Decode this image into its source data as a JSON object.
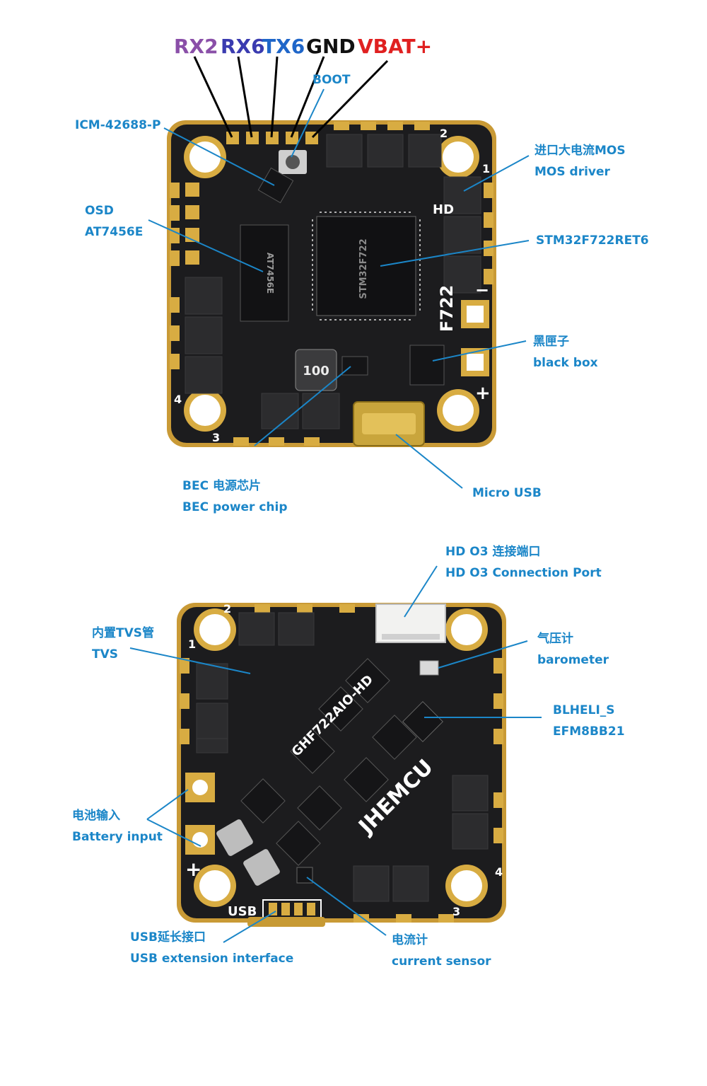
{
  "pins": [
    {
      "label": "RX2",
      "color": "#8a4fa8"
    },
    {
      "label": "RX6",
      "color": "#3a3bb0"
    },
    {
      "label": "TX6",
      "color": "#1f66c9"
    },
    {
      "label": "GND",
      "color": "#111111"
    },
    {
      "label": "VBAT+",
      "color": "#e02020"
    }
  ],
  "top_callouts": {
    "boot": "BOOT",
    "icm": "ICM-42688-P",
    "osd_1": "OSD",
    "osd_2": "AT7456E",
    "mos_1": "进口大电流MOS",
    "mos_2": "MOS driver",
    "stm": "STM32F722RET6",
    "blackbox_1": "黑匣子",
    "blackbox_2": "black box",
    "bec_1": "BEC 电源芯片",
    "bec_2": "BEC power chip",
    "usb": "Micro USB"
  },
  "bottom_callouts": {
    "hd_1": "HD O3 连接端口",
    "hd_2": "HD O3 Connection Port",
    "tvs_1": "内置TVS管",
    "tvs_2": "TVS",
    "baro_1": "气压计",
    "baro_2": "barometer",
    "blheli_1": "BLHELI_S",
    "blheli_2": "EFM8BB21",
    "battery_1": "电池输入",
    "battery_2": "Battery input",
    "usbext_1": "USB延长接口",
    "usbext_2": "USB extension interface",
    "current_1": "电流计",
    "current_2": "current sensor"
  },
  "board_top": {
    "silkscreen_hd": "HD",
    "silkscreen_model": "F722",
    "corner_1": "1",
    "corner_2": "2",
    "corner_3": "3",
    "corner_4": "4",
    "minus": "−",
    "plus": "+",
    "inductor": "100",
    "osd_chip": "AT7456E",
    "mcu_chip": "STM32F722"
  },
  "board_bottom": {
    "silkscreen_model": "GHF722AIO-HD",
    "brand": "JHEMCU",
    "corner_1": "1",
    "corner_2": "2",
    "corner_3": "3",
    "corner_4": "4",
    "plus": "+",
    "usb_label": "USB"
  },
  "colors": {
    "pcb": "#1c1c1e",
    "pad_gold": "#d8ac42",
    "callout_blue": "#1b86c8",
    "leader_blue": "#1b86c8",
    "leader_black": "#000000"
  }
}
